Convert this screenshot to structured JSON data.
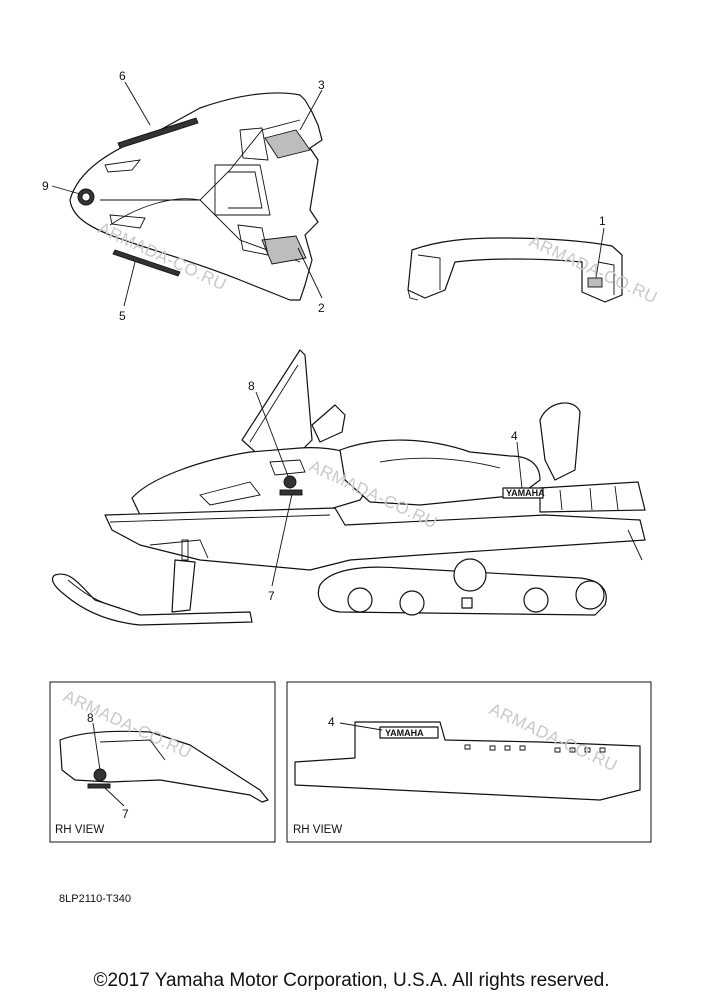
{
  "callouts": {
    "c1": "1",
    "c2": "2",
    "c3": "3",
    "c4": "4",
    "c5": "5",
    "c6": "6",
    "c7": "7",
    "c8": "8",
    "c9": "9",
    "inset_left_8": "8",
    "inset_left_7": "7",
    "inset_right_4": "4"
  },
  "watermark": "ARMADA-CO.RU",
  "decal_text": "YAMAHA",
  "insets": {
    "left_label": "RH VIEW",
    "right_label": "RH VIEW"
  },
  "drawing_code": "8LP2110-T340",
  "copyright": "©2017 Yamaha Motor Corporation, U.S.A. All rights reserved.",
  "colors": {
    "line": "#111111",
    "watermark": "#c9c9c9",
    "background": "#ffffff"
  }
}
